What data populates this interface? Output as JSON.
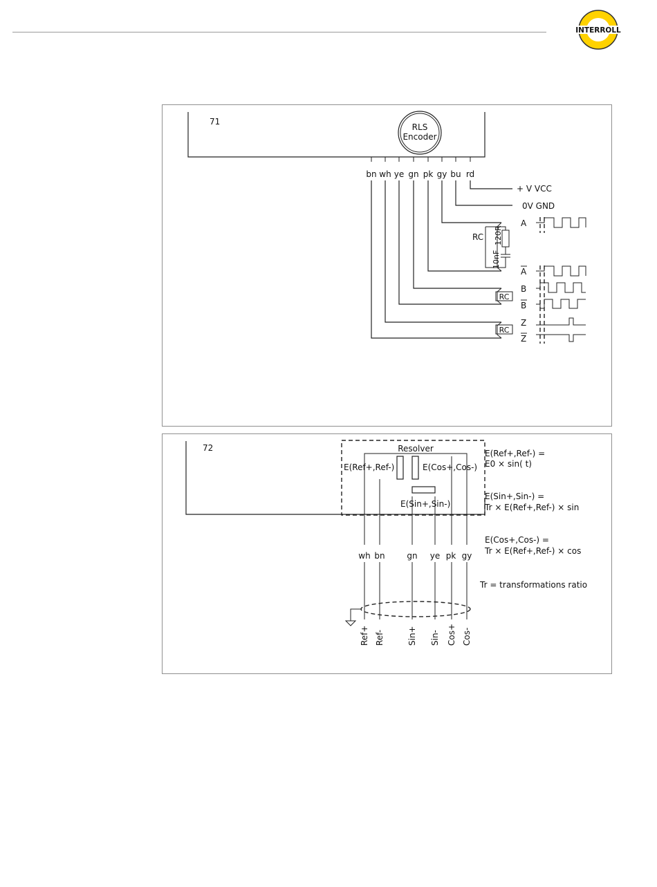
{
  "header": {
    "brand": "INTERROLL",
    "brand_colors": {
      "yellow": "#FFD200",
      "ring_dark": "#333333",
      "text": "#111111"
    }
  },
  "figure_71": {
    "number": "71",
    "encoder_label_line1": "RLS",
    "encoder_label_line2": "Encoder",
    "wire_labels": [
      "bn",
      "wh",
      "ye",
      "gn",
      "pk",
      "gy",
      "bu",
      "rd"
    ],
    "supply_vcc": "+   V VCC",
    "supply_gnd": "0V GND",
    "rc_label": "RC",
    "resistor_label": "120R",
    "capacitor_label": "10nF",
    "rc_box_label": "RC",
    "signals": [
      "A",
      "A",
      "B",
      "B",
      "Z",
      "Z"
    ],
    "signals_inverted": [
      false,
      true,
      false,
      true,
      false,
      true
    ]
  },
  "figure_72": {
    "number": "72",
    "resolver_label": "Resolver",
    "coil_ref_label": "E(Ref+,Ref-)",
    "coil_cos_label": "E(Cos+,Cos-)",
    "coil_sin_label": "E(Sin+,Sin-)",
    "wire_labels": [
      "wh",
      "bn",
      "gn",
      "ye",
      "pk",
      "gy"
    ],
    "pin_labels": [
      "Ref+",
      "Ref-",
      "Sin+",
      "Sin-",
      "Cos+",
      "Cos-"
    ],
    "eq1_line1": "E(Ref+,Ref-) =",
    "eq1_line2": "E0 × sin(   t)",
    "eq2_line1": "E(Sin+,Sin-) =",
    "eq2_line2": "Tr × E(Ref+,Ref-) × sin",
    "eq3_line1": "E(Cos+,Cos-) =",
    "eq3_line2": "Tr × E(Ref+,Ref-) × cos",
    "tr_note": "Tr = transformations ratio"
  }
}
